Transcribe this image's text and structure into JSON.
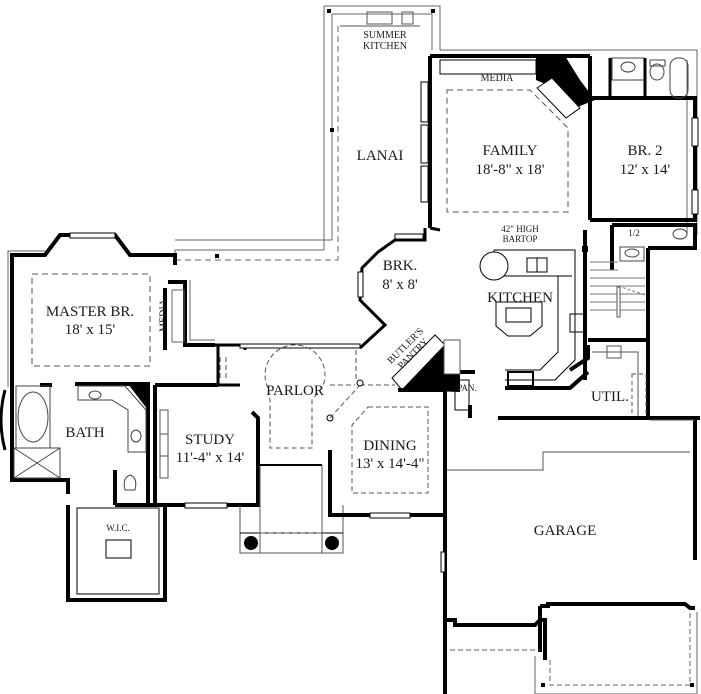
{
  "plan": {
    "background": "#ffffff",
    "wall_color": "#000000",
    "line_color": "#555555",
    "rooms": {
      "summer_kitchen": {
        "name": "SUMMER",
        "name2": "KITCHEN"
      },
      "lanai": {
        "name": "LANAI"
      },
      "family": {
        "name": "FAMILY",
        "dimensions": "18'-8\" x 18'",
        "media_label": "MEDIA"
      },
      "br2": {
        "name": "BR. 2",
        "dimensions": "12' x 14'"
      },
      "half_bath": {
        "name": "1/2"
      },
      "breakfast": {
        "name": "BRK.",
        "dimensions": "8' x 8'"
      },
      "kitchen": {
        "name": "KITCHEN",
        "bartop1": "42\" HIGH",
        "bartop2": "BARTOP"
      },
      "master": {
        "name": "MASTER BR.",
        "dimensions": "18' x 15'",
        "media_label": "MEDIA"
      },
      "butlers_pantry": {
        "name": "BUTLER'S",
        "name2": "PANTRY"
      },
      "parlor": {
        "name": "PARLOR"
      },
      "pantry": {
        "name": "PAN."
      },
      "utility": {
        "name": "UTIL."
      },
      "bath": {
        "name": "BATH"
      },
      "study": {
        "name": "STUDY",
        "dimensions": "11'-4\" x 14'"
      },
      "dining": {
        "name": "DINING",
        "dimensions": "13' x 14'-4\""
      },
      "wic": {
        "name": "W.I.C."
      },
      "garage": {
        "name": "GARAGE"
      }
    }
  }
}
